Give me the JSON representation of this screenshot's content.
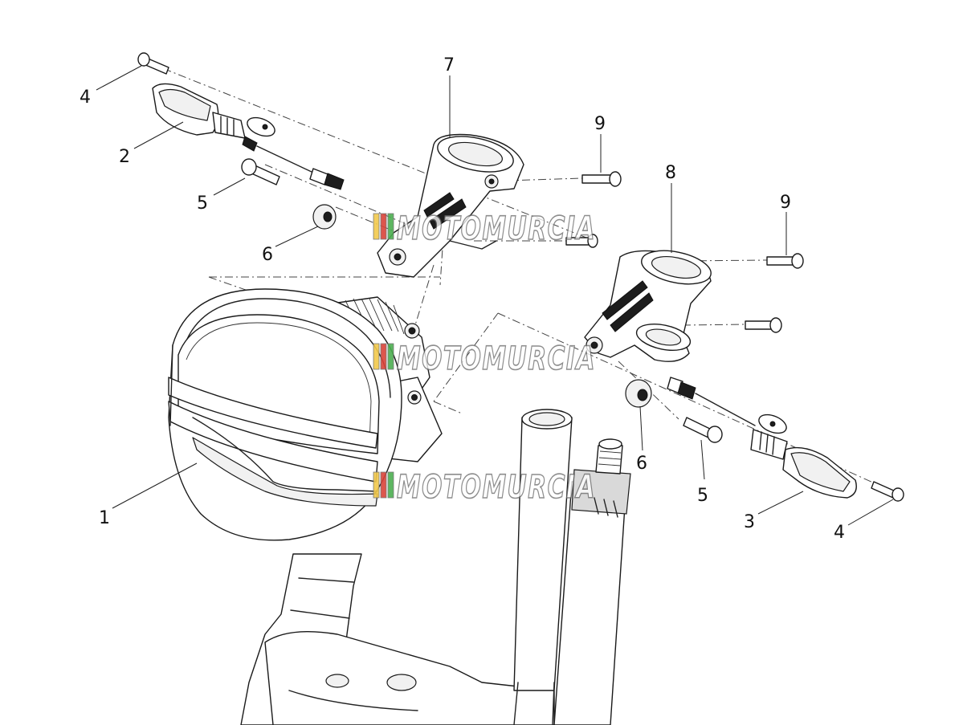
{
  "callouts": {
    "c1": "1",
    "c2": "2",
    "c3": "3",
    "c4_left": "4",
    "c4_right": "4",
    "c5_left": "5",
    "c5_right": "5",
    "c6_left": "6",
    "c6_right": "6",
    "c7": "7",
    "c8": "8",
    "c9_left": "9",
    "c9_right": "9"
  },
  "watermark": {
    "text": "MOTOMURCIA",
    "colors": {
      "red": "#d9443a",
      "yellow": "#f2c94c",
      "green": "#4caf50",
      "outline": "#6b6b6b"
    }
  },
  "colors": {
    "line": "#222222",
    "background": "#ffffff"
  }
}
